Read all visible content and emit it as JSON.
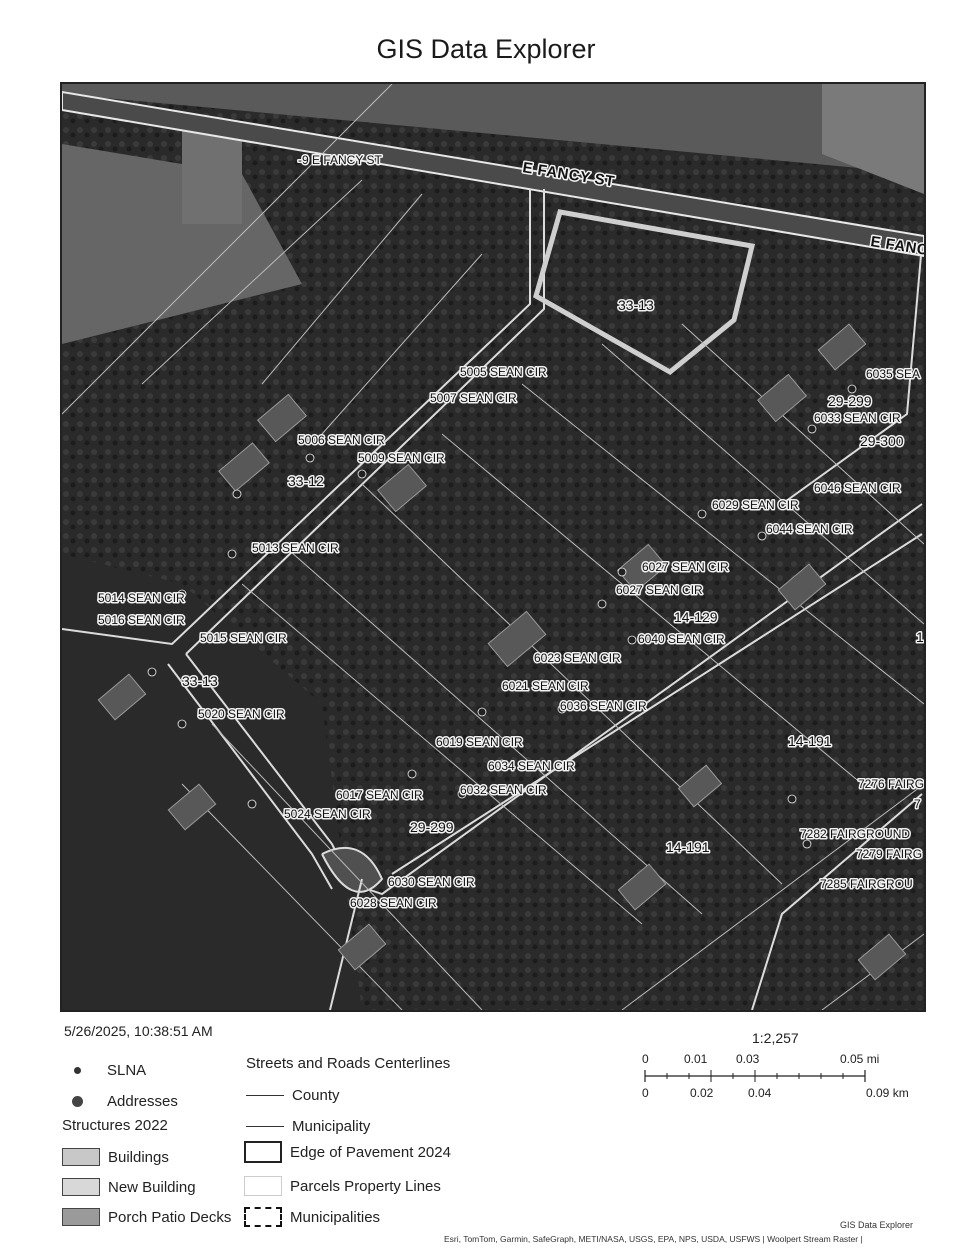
{
  "title": "GIS Data Explorer",
  "timestamp": "5/26/2025, 10:38:51 AM",
  "map": {
    "street_labels": [
      "E FANCY ST",
      "E FANC",
      "-9 E FANCY ST"
    ],
    "parcel_labels": [
      "33-13",
      "33-12",
      "33-13",
      "29-299",
      "29-300",
      "14-129",
      "14-191",
      "14-191",
      "29-299",
      "1"
    ],
    "address_labels": [
      "5005 SEAN CIR",
      "5007 SEAN CIR",
      "5006 SEAN CIR",
      "5009 SEAN CIR",
      "5013 SEAN CIR",
      "5014 SEAN CIR",
      "5016 SEAN CIR",
      "5015 SEAN CIR",
      "5020 SEAN CIR",
      "5024 SEAN CIR",
      "6017 SEAN CIR",
      "6019 SEAN CIR",
      "6021 SEAN CIR",
      "6023 SEAN CIR",
      "6027 SEAN CIR",
      "6027 SEAN CIR",
      "6029 SEAN CIR",
      "6030 SEAN CIR",
      "6028 SEAN CIR",
      "6032 SEAN CIR",
      "6034 SEAN CIR",
      "6036 SEAN CIR",
      "6040 SEAN CIR",
      "6044 SEAN CIR",
      "6046 SEAN CIR",
      "6033 SEAN CIR",
      "6035 SEA",
      "7276 FAIRG",
      "7282 FAIRGROUND",
      "7279 FAIRG",
      "7285 FAIRGROU",
      "7"
    ]
  },
  "legend": {
    "slna": "SLNA",
    "addresses": "Addresses",
    "structures_title": "Structures 2022",
    "buildings": "Buildings",
    "new_building": "New Building",
    "porch": "Porch Patio Decks",
    "streets_title": "Streets and Roads Centerlines",
    "county": "County",
    "municipality": "Municipality",
    "edge": "Edge of Pavement 2024",
    "parcels": "Parcels Property Lines",
    "municipalities": "Municipalities"
  },
  "scale": {
    "ratio": "1:2,257",
    "top_ticks": [
      "0",
      "0.01",
      "0.03",
      "0.05 mi"
    ],
    "bottom_ticks": [
      "0",
      "0.02",
      "0.04",
      "0.09 km"
    ]
  },
  "attribution": {
    "title": "GIS Data Explorer",
    "text": "Esri, TomTom, Garmin, SafeGraph, METI/NASA, USGS, EPA, NPS, USDA, USFWS | Woolpert Stream Raster |"
  }
}
